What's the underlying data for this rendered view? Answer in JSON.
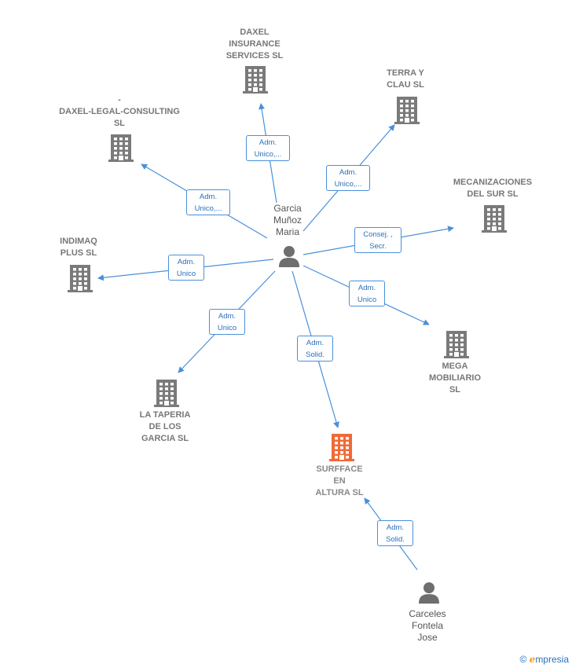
{
  "colors": {
    "edge": "#4a90d9",
    "company": "#7a7a7a",
    "focus_company": "#f06a35",
    "person": "#6e6e6e"
  },
  "center_person": {
    "label": "Garcia\nMuñoz\nMaria",
    "icon": "person-icon"
  },
  "second_person": {
    "label": "Carceles\nFontela\nJose",
    "icon": "person-icon"
  },
  "companies": [
    {
      "id": "daxel-insurance",
      "label": "DAXEL\nINSURANCE\nSERVICES  SL",
      "icon": "building-icon"
    },
    {
      "id": "terra-y-clau",
      "label": "TERRA Y\nCLAU  SL",
      "icon": "building-icon"
    },
    {
      "id": "daxel-legal",
      "label": "-\nDAXEL-LEGAL-CONSULTING\nSL",
      "icon": "building-icon"
    },
    {
      "id": "mecanizaciones",
      "label": "MECANIZACIONES\nDEL SUR SL",
      "icon": "building-icon"
    },
    {
      "id": "indimaq",
      "label": "INDIMAQ\nPLUS  SL",
      "icon": "building-icon"
    },
    {
      "id": "mega-mobiliario",
      "label": "MEGA\nMOBILIARIO\nSL",
      "icon": "building-icon"
    },
    {
      "id": "la-taperia",
      "label": "LA TAPERIA\nDE LOS\nGARCIA SL",
      "icon": "building-icon"
    },
    {
      "id": "surfface",
      "label": "SURFFACE\nEN\nALTURA  SL",
      "icon": "building-icon",
      "focus": true
    }
  ],
  "relations": [
    {
      "from": "center",
      "to": "daxel-insurance",
      "label": "Adm.\nUnico,..."
    },
    {
      "from": "center",
      "to": "terra-y-clau",
      "label": "Adm.\nUnico,..."
    },
    {
      "from": "center",
      "to": "daxel-legal",
      "label": "Adm.\nUnico,..."
    },
    {
      "from": "center",
      "to": "mecanizaciones",
      "label": "Consej. ,\nSecr."
    },
    {
      "from": "center",
      "to": "indimaq",
      "label": "Adm.\nUnico"
    },
    {
      "from": "center",
      "to": "mega-mobiliario",
      "label": "Adm.\nUnico"
    },
    {
      "from": "center",
      "to": "la-taperia",
      "label": "Adm.\nUnico"
    },
    {
      "from": "center",
      "to": "surfface",
      "label": "Adm.\nSolid."
    },
    {
      "from": "second",
      "to": "surfface",
      "label": "Adm.\nSolid."
    }
  ],
  "footer": {
    "copyright": "©",
    "brand_initial": "e",
    "brand_rest": "mpresia"
  }
}
